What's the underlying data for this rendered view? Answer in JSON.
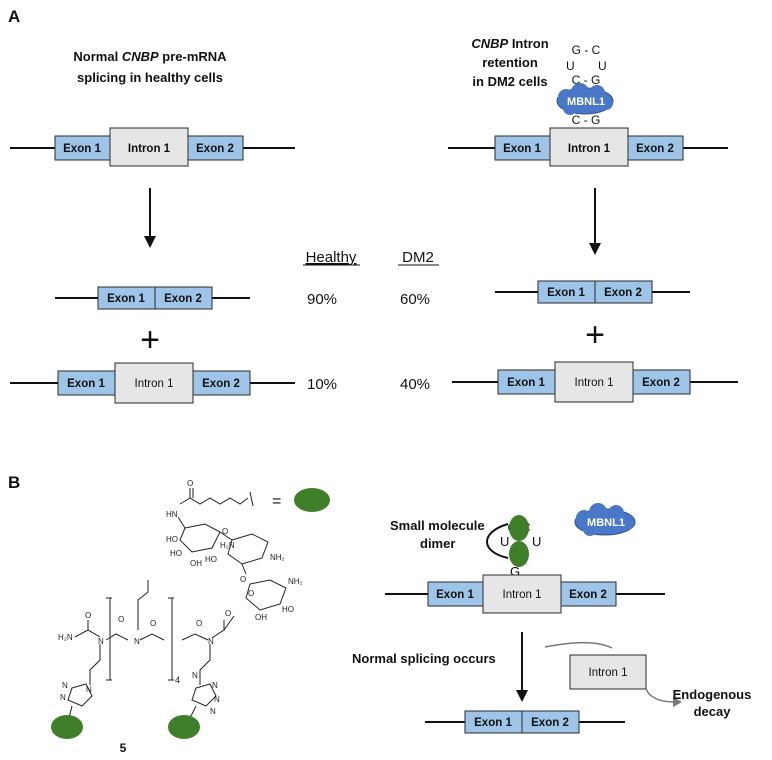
{
  "panel_a": {
    "label": "A",
    "left_title_1_pre": "Normal ",
    "left_title_1_em": "CNBP",
    "left_title_1_post": " pre-mRNA",
    "left_title_2": "splicing in healthy cells",
    "right_title_1_em": "CNBP",
    "right_title_1_post": " Intron",
    "right_title_2": "retention",
    "right_title_3": "in DM2 cells",
    "hairpin_row1": "G - C",
    "hairpin_row2_l": "U",
    "hairpin_row2_r": "U",
    "hairpin_row3": "C - G",
    "hairpin_row4": "C - G",
    "mbnl1": "MBNL1",
    "exon1": "Exon 1",
    "exon2": "Exon 2",
    "intron1": "Intron 1",
    "col_healthy": "Healthy",
    "col_dm2": "DM2",
    "healthy_spliced": "90%",
    "dm2_spliced": "60%",
    "healthy_retained": "10%",
    "dm2_retained": "40%",
    "plus": "+"
  },
  "panel_b": {
    "label": "B",
    "equals": "=",
    "compound_number": "5",
    "subscript_n": "4",
    "small_molecule_1": "Small molecule",
    "small_molecule_2": "dimer",
    "mbnl1": "MBNL1",
    "exon1": "Exon 1",
    "exon2": "Exon 2",
    "intron1": "Intron 1",
    "normal_splicing": "Normal splicing occurs",
    "decay_1": "Endogenous",
    "decay_2": "decay",
    "chem_labels": [
      "HN",
      "O",
      "HO",
      "HO",
      "OH",
      "O",
      "H₂N",
      "NH₂",
      "HO",
      "O",
      "NH₂",
      "O",
      "HO",
      "OH",
      "H₂N",
      "O",
      "N",
      "O",
      "N",
      "O",
      "N",
      "O",
      "N",
      "N",
      "N",
      "N",
      "N",
      "N",
      "N"
    ],
    "hairpin_top": "G C",
    "hairpin_u_l": "U",
    "hairpin_u_r": "U",
    "hairpin_c": "C",
    "hairpin_g": "G"
  },
  "colors": {
    "exon": "#9ec5e8",
    "intron": "#e6e6e6",
    "mbnl1": "#4a78c8",
    "ligand": "#3f7f2a"
  }
}
